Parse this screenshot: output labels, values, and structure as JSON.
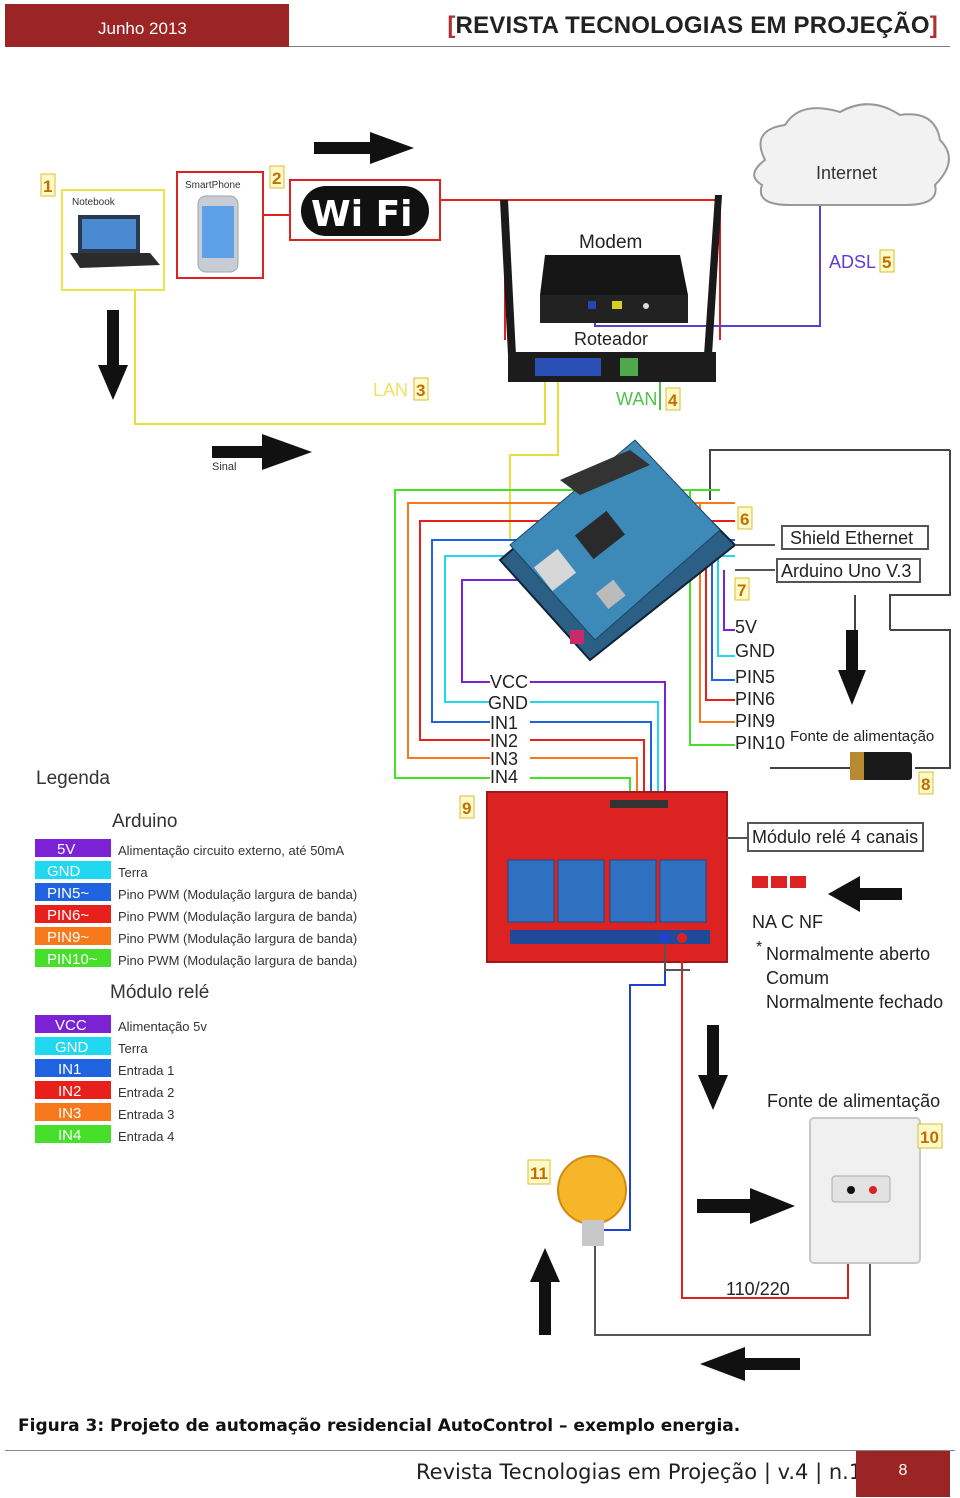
{
  "header": {
    "date": "Junho 2013",
    "journal_title": "REVISTA TECNOLOGIAS EM PROJEÇÃO",
    "bracket_open": "[",
    "bracket_close": "]"
  },
  "figure": {
    "devices": {
      "notebook": "Notebook",
      "smartphone": "SmartPhone",
      "wifi": "Wi Fi",
      "internet": "Internet",
      "modem": "Modem",
      "roteador": "Roteador",
      "adsl": "ADSL",
      "lan": "LAN",
      "wan": "WAN",
      "sinal": "Sinal",
      "shield": "Shield Ethernet",
      "arduino_uno": "Arduino Uno V.3",
      "fonte_top": "Fonte de alimentação",
      "modulo_rele": "Módulo relé 4 canais",
      "fonte_bottom": "Fonte de alimentação",
      "voltage": "110/220"
    },
    "numbers": [
      "1",
      "2",
      "3",
      "4",
      "5",
      "6",
      "7",
      "8",
      "9",
      "10",
      "11"
    ],
    "arduino_pins": [
      "5V",
      "GND",
      "PIN5",
      "PIN6",
      "PIN9",
      "PIN10"
    ],
    "relay_pins": [
      "VCC",
      "GND",
      "IN1",
      "IN2",
      "IN3",
      "IN4"
    ],
    "nacnf": {
      "label": "NA C NF",
      "star": "*",
      "na": "Normalmente aberto",
      "c": "Comum",
      "nf": "Normalmente fechado"
    },
    "legend": {
      "title": "Legenda",
      "arduino_title": "Arduino",
      "arduino_items": [
        {
          "tag": "5V",
          "desc": "Alimentação circuito externo, até 50mA",
          "color": "#7b22d6"
        },
        {
          "tag": "GND",
          "desc": "Terra",
          "color": "#20d8f0"
        },
        {
          "tag": "PIN5~",
          "desc": "Pino PWM (Modulação largura de banda)",
          "color": "#1f63e0"
        },
        {
          "tag": "PIN6~",
          "desc": "Pino PWM (Modulação largura de banda)",
          "color": "#e8201c"
        },
        {
          "tag": "PIN9~",
          "desc": "Pino PWM (Modulação largura de banda)",
          "color": "#f7791c"
        },
        {
          "tag": "PIN10~",
          "desc": "Pino PWM (Modulação largura de banda)",
          "color": "#46e02a"
        }
      ],
      "rele_title": "Módulo relé",
      "rele_items": [
        {
          "tag": "VCC",
          "desc": "Alimentação 5v",
          "color": "#7b22d6"
        },
        {
          "tag": "GND",
          "desc": "Terra",
          "color": "#20d8f0"
        },
        {
          "tag": "IN1",
          "desc": "Entrada 1",
          "color": "#1f63e0"
        },
        {
          "tag": "IN2",
          "desc": "Entrada 2",
          "color": "#e8201c"
        },
        {
          "tag": "IN3",
          "desc": "Entrada 3",
          "color": "#f7791c"
        },
        {
          "tag": "IN4",
          "desc": "Entrada 4",
          "color": "#46e02a"
        }
      ]
    }
  },
  "caption": "Figura 3: Projeto de automação residencial AutoControl – exemplo energia.",
  "footer": {
    "text": "Revista Tecnologias em Projeção | v.4 | n.1",
    "page": "8"
  }
}
